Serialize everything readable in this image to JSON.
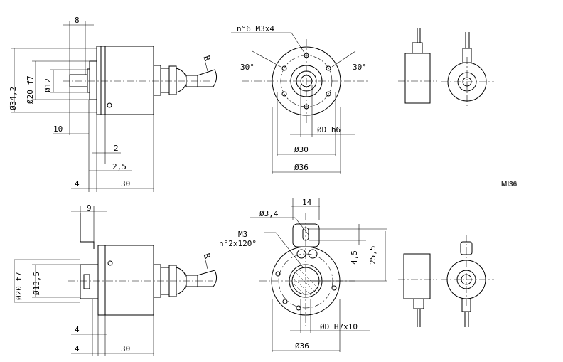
{
  "model_label": "MI36",
  "top_side": {
    "d_34_2": "Ø34,2",
    "d_20_f7": "Ø20 f7",
    "d_12": "Ø12",
    "dim_8": "8",
    "dim_10": "10",
    "dim_2": "2",
    "dim_2_5": "2,5",
    "dim_4": "4",
    "dim_30": "30",
    "radius": "R"
  },
  "top_front": {
    "holes": "n°6 M3x4",
    "angle_left": "30°",
    "angle_right": "30°",
    "d_shaft": "ØD h6",
    "d_30": "Ø30",
    "d_36": "Ø36"
  },
  "bottom_side": {
    "dim_9": "9",
    "d_20_f7": "Ø20 f7",
    "d_13_5": "Ø13,5",
    "dim_4a": "4",
    "dim_4b": "4",
    "dim_30": "30",
    "radius": "R"
  },
  "bottom_front": {
    "d_3_4": "Ø3,4",
    "dim_14": "14",
    "m3": "M3",
    "m3_count": "n°2x120°",
    "dim_4_5": "4,5",
    "dim_25_5": "25,5",
    "d_hollow": "ØD H7x10",
    "d_36": "Ø36"
  }
}
